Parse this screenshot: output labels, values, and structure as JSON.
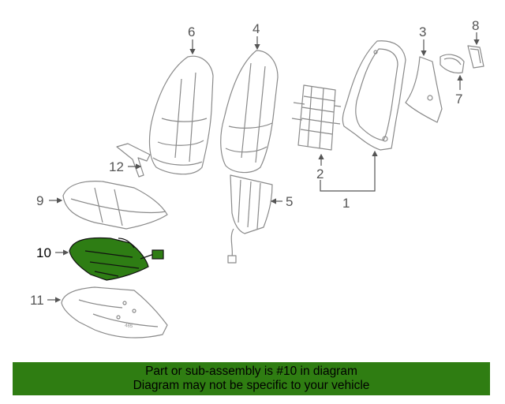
{
  "diagram": {
    "callouts": [
      {
        "id": "c1",
        "label": "1"
      },
      {
        "id": "c2",
        "label": "2"
      },
      {
        "id": "c3",
        "label": "3"
      },
      {
        "id": "c4",
        "label": "4"
      },
      {
        "id": "c5",
        "label": "5"
      },
      {
        "id": "c6",
        "label": "6"
      },
      {
        "id": "c7",
        "label": "7"
      },
      {
        "id": "c8",
        "label": "8"
      },
      {
        "id": "c9",
        "label": "9"
      },
      {
        "id": "c10",
        "label": "10"
      },
      {
        "id": "c11",
        "label": "11"
      },
      {
        "id": "c12",
        "label": "12"
      }
    ],
    "highlighted_part": "10",
    "highlight_color": "#2e7d14",
    "marking_text": "465"
  },
  "banner": {
    "line1": "Part or sub-assembly is #10 in diagram",
    "line2": "Diagram may not be specific to your vehicle",
    "background": "#2f7d12"
  }
}
